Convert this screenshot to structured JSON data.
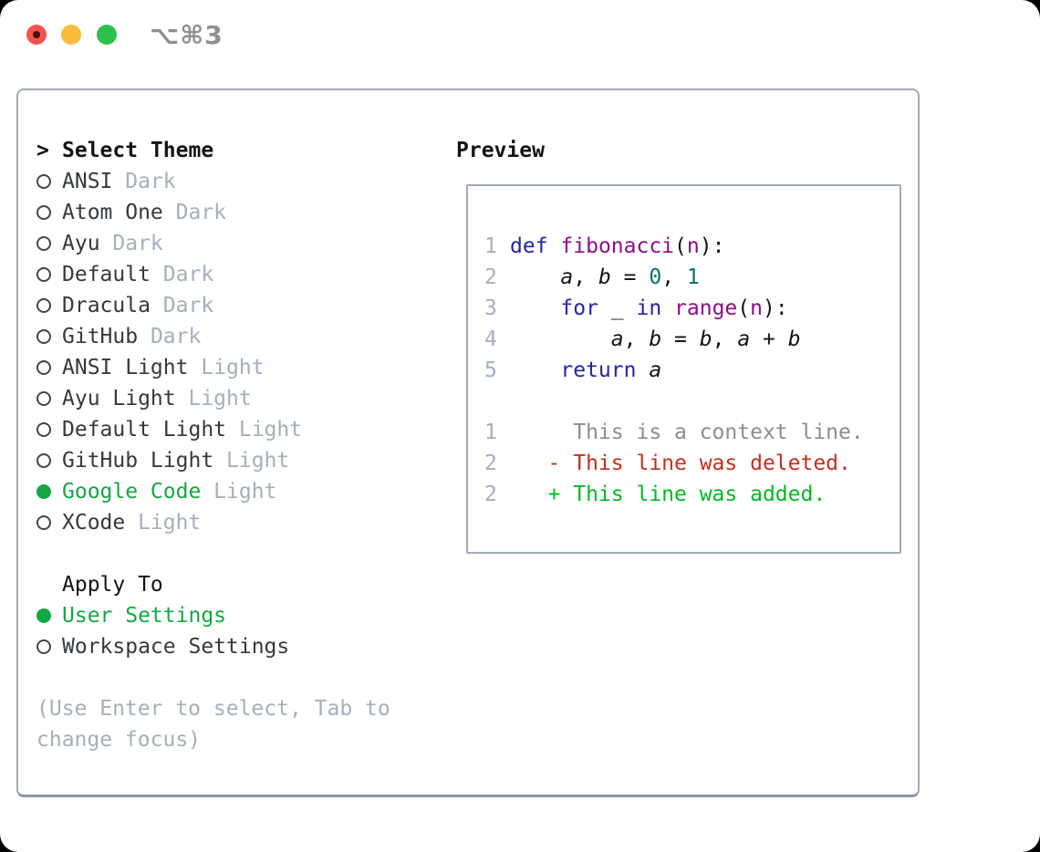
{
  "colors": {
    "tl-red": "#f4534c",
    "tl-red-dot": "#47100a",
    "tl-yellow": "#f9bc3b",
    "tl-green": "#2ec04d",
    "title": "#8e8e93",
    "border": "#a2aab4",
    "border-dark": "#8d97a3",
    "ink": "#121315",
    "item": "#35393f",
    "circle": "#41464d",
    "muted": "#a6afbb",
    "green": "#14a746",
    "ln": "#a6afbb",
    "kw": "#2424ab",
    "fn": "#8c0d8c",
    "lit": "#0b6f70",
    "ctx": "#8c8d8f",
    "del": "#c62e1d",
    "add": "#00bb1f"
  },
  "window": {
    "title": "⌥⌘3"
  },
  "theme_panel": {
    "cursor": ">",
    "header": "Select Theme",
    "items": [
      {
        "name": "ANSI",
        "variant": "Dark",
        "selected": false
      },
      {
        "name": "Atom One",
        "variant": "Dark",
        "selected": false
      },
      {
        "name": "Ayu",
        "variant": "Dark",
        "selected": false
      },
      {
        "name": "Default",
        "variant": "Dark",
        "selected": false
      },
      {
        "name": "Dracula",
        "variant": "Dark",
        "selected": false
      },
      {
        "name": "GitHub",
        "variant": "Dark",
        "selected": false
      },
      {
        "name": "ANSI Light",
        "variant": "Light",
        "selected": false
      },
      {
        "name": "Ayu Light",
        "variant": "Light",
        "selected": false
      },
      {
        "name": "Default Light",
        "variant": "Light",
        "selected": false
      },
      {
        "name": "GitHub Light",
        "variant": "Light",
        "selected": false
      },
      {
        "name": "Google Code",
        "variant": "Light",
        "selected": true
      },
      {
        "name": "XCode",
        "variant": "Light",
        "selected": false
      }
    ]
  },
  "apply_panel": {
    "header": "Apply To",
    "options": [
      {
        "label": "User Settings",
        "selected": true
      },
      {
        "label": "Workspace Settings",
        "selected": false
      }
    ]
  },
  "help_text": "(Use Enter to select, Tab to change focus)",
  "preview": {
    "header": "Preview",
    "code_lines": [
      {
        "number": "1",
        "segments": [
          {
            "t": "def",
            "c": "kw"
          },
          {
            "t": " ",
            "c": "pl"
          },
          {
            "t": "fibonacci",
            "c": "fn"
          },
          {
            "t": "(",
            "c": "pl"
          },
          {
            "t": "n",
            "c": "fn"
          },
          {
            "t": "):",
            "c": "pl"
          }
        ]
      },
      {
        "number": "2",
        "segments": [
          {
            "t": "    ",
            "c": "pl"
          },
          {
            "t": "a",
            "c": "var"
          },
          {
            "t": ", ",
            "c": "pl"
          },
          {
            "t": "b",
            "c": "var"
          },
          {
            "t": " = ",
            "c": "pl"
          },
          {
            "t": "0",
            "c": "lit"
          },
          {
            "t": ", ",
            "c": "pl"
          },
          {
            "t": "1",
            "c": "lit"
          }
        ]
      },
      {
        "number": "3",
        "segments": [
          {
            "t": "    ",
            "c": "pl"
          },
          {
            "t": "for",
            "c": "kw"
          },
          {
            "t": " _ ",
            "c": "pl"
          },
          {
            "t": "in",
            "c": "kw"
          },
          {
            "t": " ",
            "c": "pl"
          },
          {
            "t": "range",
            "c": "fn"
          },
          {
            "t": "(",
            "c": "pl"
          },
          {
            "t": "n",
            "c": "fn"
          },
          {
            "t": "):",
            "c": "pl"
          }
        ]
      },
      {
        "number": "4",
        "segments": [
          {
            "t": "        ",
            "c": "pl"
          },
          {
            "t": "a",
            "c": "var"
          },
          {
            "t": ", ",
            "c": "pl"
          },
          {
            "t": "b",
            "c": "var"
          },
          {
            "t": " = ",
            "c": "pl"
          },
          {
            "t": "b",
            "c": "var"
          },
          {
            "t": ", ",
            "c": "pl"
          },
          {
            "t": "a",
            "c": "var"
          },
          {
            "t": " + ",
            "c": "pl"
          },
          {
            "t": "b",
            "c": "var"
          }
        ]
      },
      {
        "number": "5",
        "segments": [
          {
            "t": "    ",
            "c": "pl"
          },
          {
            "t": "return",
            "c": "kw"
          },
          {
            "t": " ",
            "c": "pl"
          },
          {
            "t": "a",
            "c": "var"
          }
        ]
      }
    ],
    "diff_lines": [
      {
        "number": "1",
        "segments": [
          {
            "t": "     This is a context line.",
            "c": "ctx"
          }
        ]
      },
      {
        "number": "2",
        "segments": [
          {
            "t": "   - This line was deleted.",
            "c": "del"
          }
        ]
      },
      {
        "number": "2",
        "segments": [
          {
            "t": "   + This line was added.",
            "c": "add"
          }
        ]
      }
    ]
  }
}
